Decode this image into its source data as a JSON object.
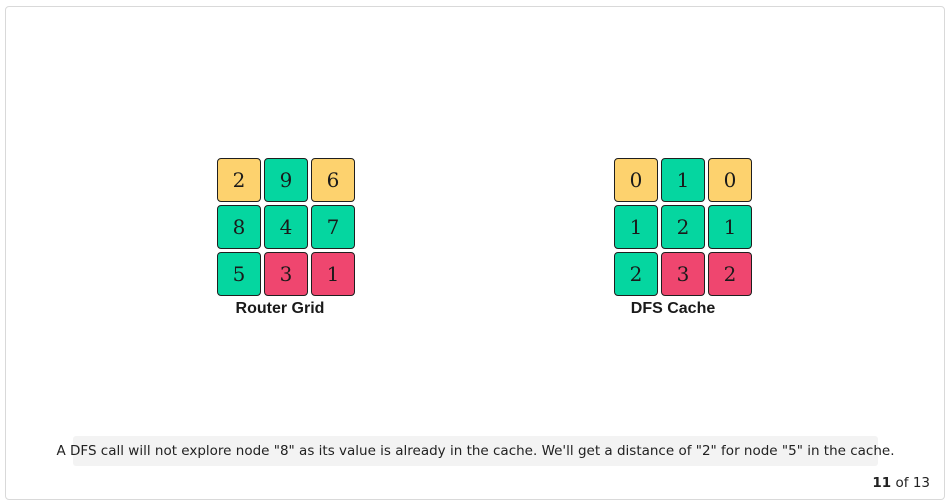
{
  "colors": {
    "yellow": "#fdd26e",
    "green": "#05d6a0",
    "red": "#ef466f"
  },
  "router_grid": {
    "caption": "Router Grid",
    "cells": [
      {
        "value": "2",
        "color": "yellow"
      },
      {
        "value": "9",
        "color": "green"
      },
      {
        "value": "6",
        "color": "yellow"
      },
      {
        "value": "8",
        "color": "green"
      },
      {
        "value": "4",
        "color": "green"
      },
      {
        "value": "7",
        "color": "green"
      },
      {
        "value": "5",
        "color": "green"
      },
      {
        "value": "3",
        "color": "red"
      },
      {
        "value": "1",
        "color": "red"
      }
    ]
  },
  "dfs_cache": {
    "caption": "DFS Cache",
    "cells": [
      {
        "value": "0",
        "color": "yellow"
      },
      {
        "value": "1",
        "color": "green"
      },
      {
        "value": "0",
        "color": "yellow"
      },
      {
        "value": "1",
        "color": "green"
      },
      {
        "value": "2",
        "color": "green"
      },
      {
        "value": "1",
        "color": "green"
      },
      {
        "value": "2",
        "color": "green"
      },
      {
        "value": "3",
        "color": "red"
      },
      {
        "value": "2",
        "color": "red"
      }
    ]
  },
  "note": "A DFS call will not explore node \"8\" as its value is already in the cache. We'll get a distance of \"2\" for node \"5\" in the cache.",
  "pager": {
    "current": "11",
    "separator": "of",
    "total": "13"
  }
}
